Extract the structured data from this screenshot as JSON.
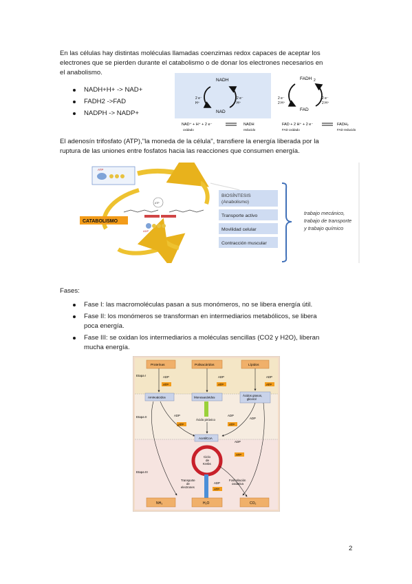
{
  "intro": {
    "line1": "En las células hay distintas moléculas llamadas coenzimas redox capaces de aceptar los",
    "line2": "electrones que se pierden durante el catabolismo o de donar los electrones necesarios en",
    "line3": "el anabolismo."
  },
  "coenzymes": [
    "NADH+H+  -> NAD+",
    "FADH2 ->FAD",
    "NADPH -> NADP+"
  ],
  "redox_figure": {
    "nadh": "NADH",
    "nad": "NAD",
    "plus": "+",
    "two_e": "2 e⁻",
    "h_plus": "H⁺",
    "two_h": "2 H⁺",
    "fadh2": "FADH",
    "sub2": "2",
    "fad": "FAD",
    "eq1_left": "NAD⁺  +   H⁺  + 2 e⁻",
    "eq1_right": "NADH",
    "eq1_ox": "oxidado",
    "eq1_red": "reducido",
    "eq2_left": "FAD + 2 H⁺  + 2 e⁻",
    "eq2_right": "FADH₂",
    "eq2_ox": "FAD oxidado",
    "eq2_red": "FAD reducido"
  },
  "atp_text": {
    "line1": "El adenosín trifosfato (ATP),\"la moneda de la célula\", transfiere la energía liberada por la",
    "line2": "ruptura de las uniones entre fosfatos hacia las reacciones que consumen energía."
  },
  "atp_figure": {
    "catabolismo": "CATABOLISMO",
    "atp": "ATP",
    "adp": "ADP",
    "boxes": [
      "BIOSÍNTESIS\n(Anabolismo)",
      "Transporte activo",
      "Movilidad celular",
      "Contracción muscular"
    ],
    "handwritten": [
      "trabajo    mecánico,",
      "trabajo de transporte",
      "y trabajo químico"
    ]
  },
  "fases": {
    "heading": "Fases:",
    "items": [
      {
        "lines": [
          "Fase I: las macromoléculas pasan a sus monómeros, no se libera energía útil."
        ]
      },
      {
        "lines": [
          "Fase II: los monómeros se transforman en intermediarios metabólicos, se libera",
          "poca energía."
        ]
      },
      {
        "lines": [
          "Fase III: se oxidan los intermediarios a moléculas sencillas (CO2 y H2O), liberan",
          "mucha energía."
        ]
      }
    ]
  },
  "metab_figure": {
    "top": [
      "Proteínas",
      "Polisacáridos",
      "Lípidos"
    ],
    "mid": [
      "Aminoácidos",
      "Monosacáridos",
      "Ácidos grasos,\nglicerol"
    ],
    "pyruvate": "Ácido pirúvico",
    "acetyl": "AcetilCoA",
    "krebs": "Ciclo\nde\nKrebs",
    "transport": "Transporte\nde\nelectrones",
    "phos": "Fosforilación\noxidativa",
    "bottom": [
      "NH₃",
      "H₂O",
      "CO₂"
    ],
    "stages": [
      "Etapa I",
      "Etapa II",
      "Etapa III"
    ],
    "adp": "ADP",
    "atp": "ATP"
  },
  "page_number": "2"
}
